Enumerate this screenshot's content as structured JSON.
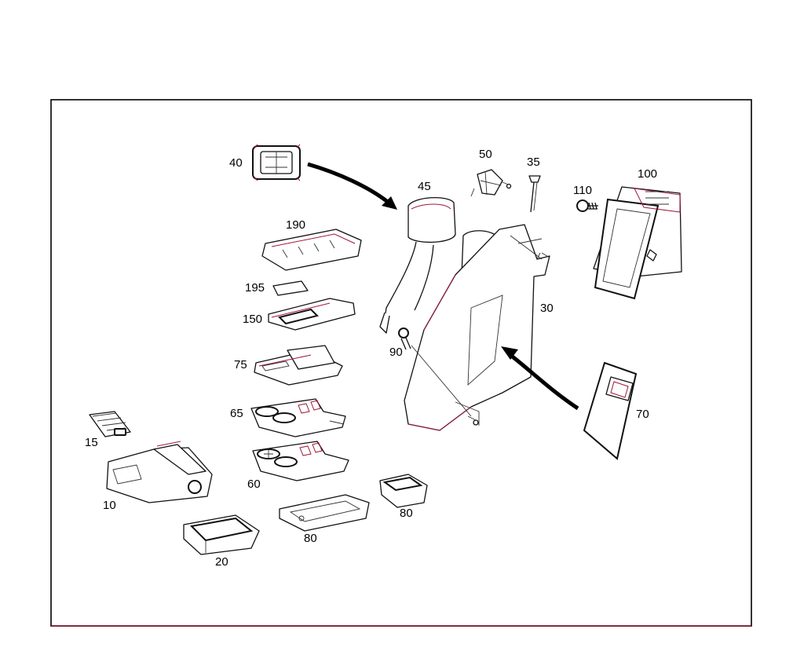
{
  "callouts": {
    "p40": "40",
    "p45": "45",
    "p50": "50",
    "p35": "35",
    "p110": "110",
    "p100": "100",
    "p190": "190",
    "p195": "195",
    "p150": "150",
    "p75": "75",
    "p90": "90",
    "p30": "30",
    "p65": "65",
    "p15": "15",
    "p60": "60",
    "p10": "10",
    "p70": "70",
    "p80a": "80",
    "p80b": "80",
    "p20": "20"
  },
  "colors": {
    "frame": "#000000",
    "accent": "#a0183a"
  }
}
